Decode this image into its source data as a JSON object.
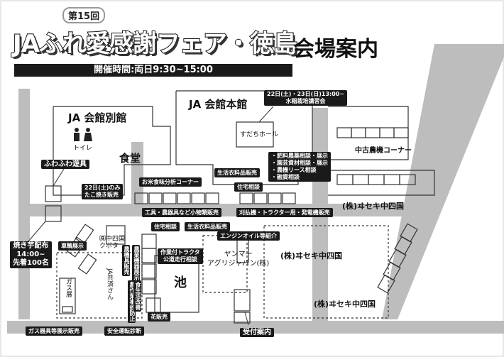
{
  "header": {
    "edition": "第15回",
    "title": "JAふれ愛感謝フェア・徳島",
    "subtitle": "会場案内",
    "hours": "開催時間:両日9:30~15:00"
  },
  "buildings": {
    "annex": "JA 会館別館",
    "toilet": "トイレ",
    "cafeteria": "食堂",
    "main_hall": "JA 会館本館",
    "sudachi_hall": "すだちホール",
    "pond": "池",
    "yanmar": "ヤンマー\nアグリジャパン(株)",
    "used_machinery": "中古農機コーナー",
    "iseki_1": "(株)ヰセキ中四国",
    "iseki_2": "(株)ヰセキ中四国",
    "iseki_3": "(株)ヰセキ中四国",
    "kubota": "㈱中四国\nクボタ",
    "gas": "ガス展",
    "ja_kyosai": "JA共済さん"
  },
  "callouts": {
    "fuwafuwa": "ふわふわ遊具",
    "imo": "焼き芋配布\n14:00~\n先着100名",
    "seminar": "22日(土)・23日(日)13:00~\n水稲栽培講習会",
    "consult": "・肥料農薬相談・展示\n・園芸資材相談・展示\n・農機リース相談\n・融資相談",
    "rice_analysis": "お米食味分析コーナー",
    "takoyaki": "22日(土)のみ\nたこ焼き販売",
    "tools": "工具・農器具など小物類販売",
    "daily_goods_1": "生活衣料品販売",
    "housing_1": "住宅相談",
    "housing_2": "住宅相談",
    "daily_goods_2": "生活衣料品販売",
    "machines": "刈払機・トラクター用・発電機販売",
    "engine_oil": "エンジンオイル等紹介",
    "tractor_ride": "作業付トラクタ\n公道走行相談",
    "vehicle_display": "車輌展示",
    "gas_sale": "ガス器具等展示販売",
    "safety": "安全運転診断",
    "reception": "受付案内",
    "flower": "花販売",
    "v1": "農機具販売",
    "v2": "農業機器展示",
    "v3": "農作業事故防止",
    "v4": "食生活改善"
  }
}
